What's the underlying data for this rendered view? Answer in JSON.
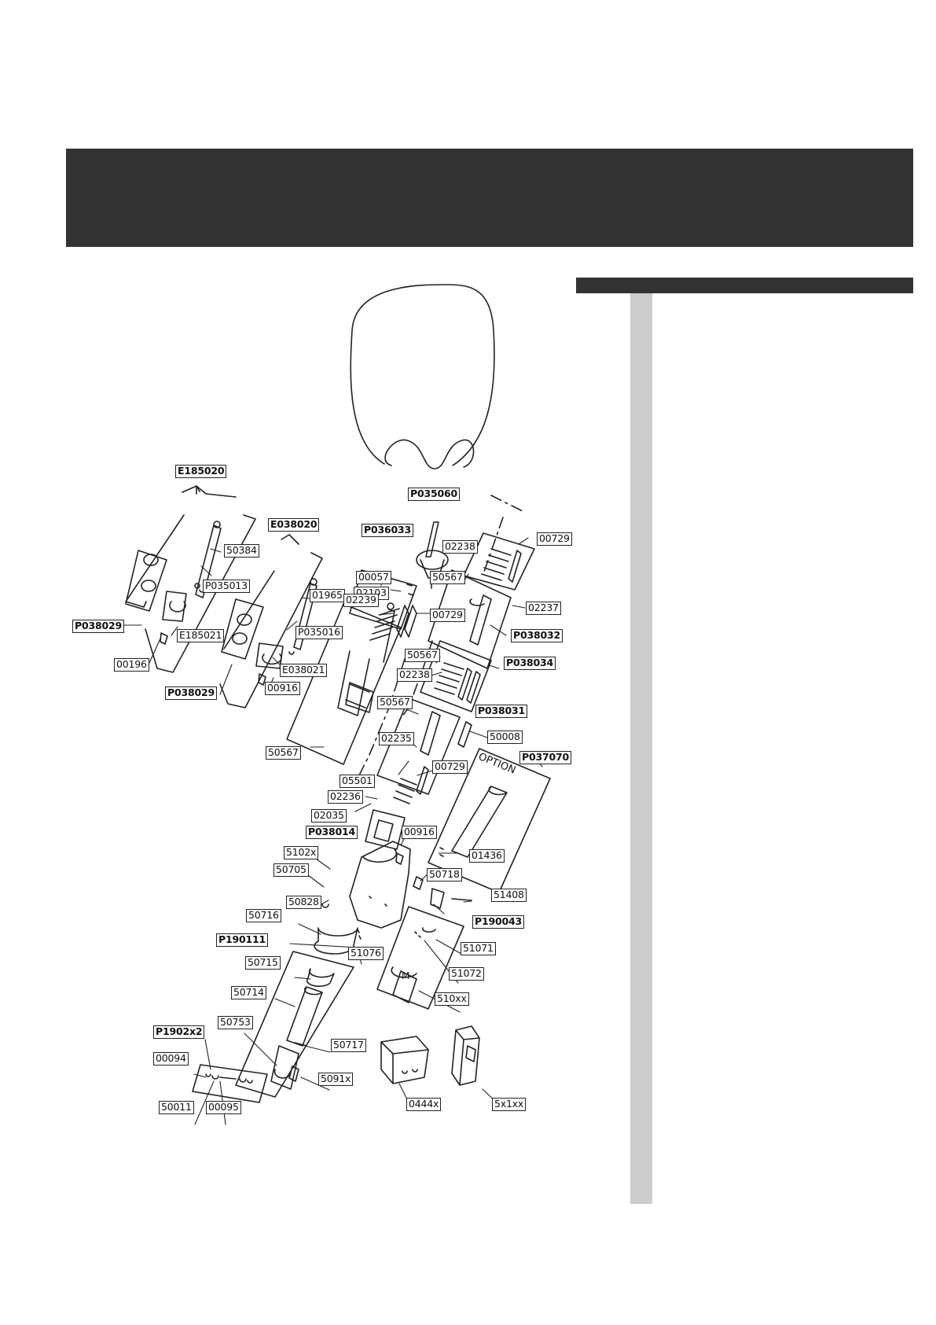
{
  "colors": {
    "header_bar": "#333333",
    "panel_bar": "#333333",
    "panel_strip": "#cccccc",
    "line": "#222222"
  },
  "diagram": {
    "option_text": "OPTION",
    "labels": {
      "E185020": "E185020",
      "E038020": "E038020",
      "P036033": "P036033",
      "P035060": "P035060",
      "p50384": "50384",
      "P035013": "P035013",
      "P038029_a": "P038029",
      "E185021": "E185021",
      "p00196": "00196",
      "p01965": "01965",
      "P035016": "P035016",
      "E038021": "E038021",
      "p00916_a": "00916",
      "P038029_b": "P038029",
      "p00057": "00057",
      "p02103": "02103",
      "p02239": "02239",
      "p00729_a": "00729",
      "p02238_a": "02238",
      "p00729_b": "00729",
      "p50567_a": "50567",
      "p02237": "02237",
      "P038032": "P038032",
      "p50567_b": "50567",
      "p02238_b": "02238",
      "P038034": "P038034",
      "p50567_c": "50567",
      "P038031": "P038031",
      "p50008": "50008",
      "p02235": "02235",
      "P037070": "P037070",
      "p50567_d": "50567",
      "p05501": "05501",
      "p00729_c": "00729",
      "p02236": "02236",
      "p02035": "02035",
      "P038014": "P038014",
      "p00916_b": "00916",
      "p01436": "01436",
      "p5102x": "5102x",
      "p50705": "50705",
      "p50718": "50718",
      "p51408": "51408",
      "p50828": "50828",
      "P190043": "P190043",
      "p50716": "50716",
      "P190111": "P190111",
      "p51076": "51076",
      "p51071": "51071",
      "p50715": "50715",
      "p51072": "51072",
      "p50714": "50714",
      "p510xx": "510xx",
      "p50753": "50753",
      "p50717": "50717",
      "P1902x2": "P1902x2",
      "p00094": "00094",
      "p5091x": "5091x",
      "p50011": "50011",
      "p00095": "00095",
      "p0444x": "0444x",
      "p5x1xx": "5x1xx"
    }
  }
}
